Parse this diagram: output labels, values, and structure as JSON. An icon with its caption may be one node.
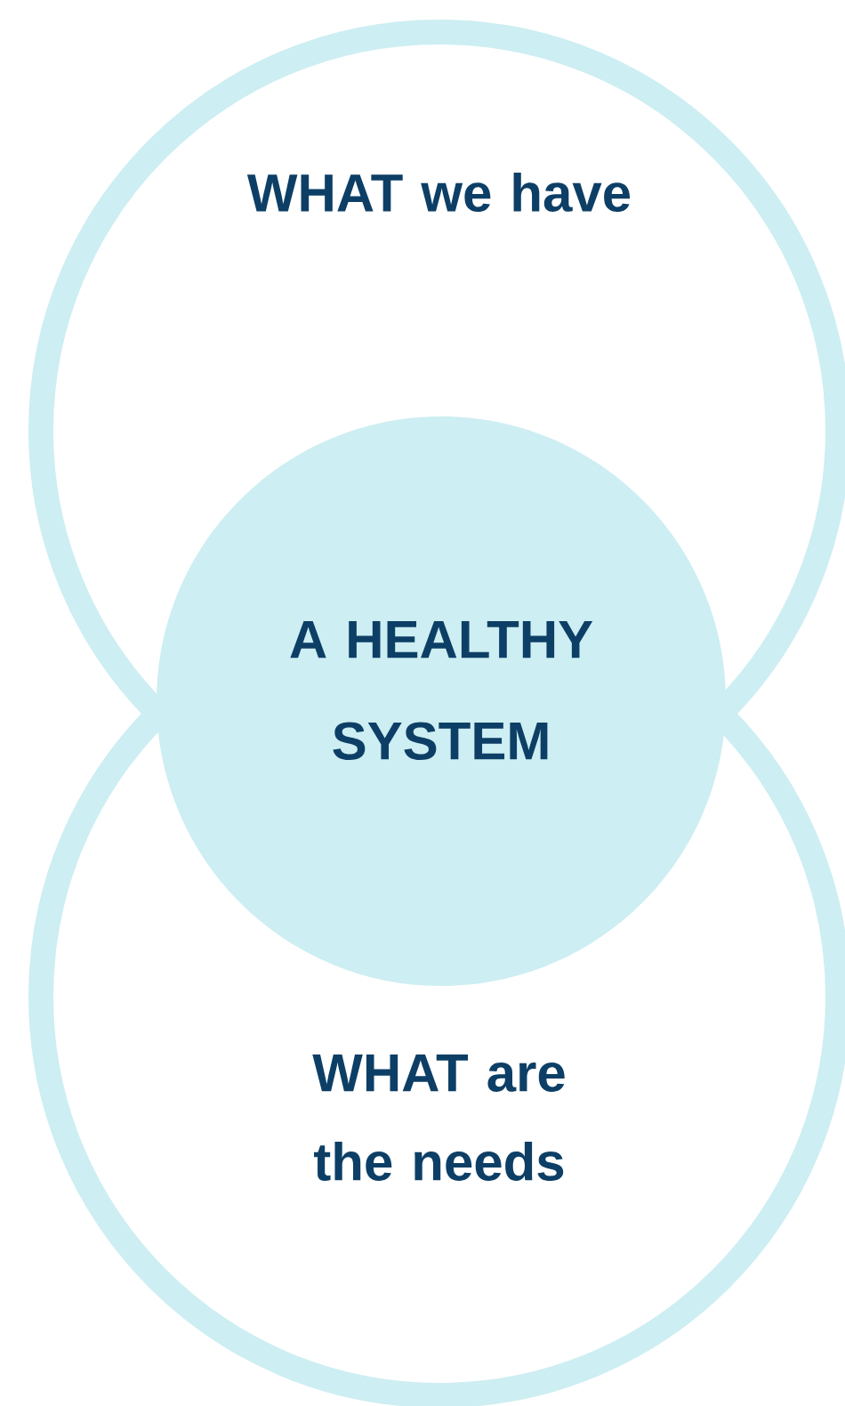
{
  "diagram": {
    "nodes": [
      {
        "text": [
          "WHAT we have"
        ]
      },
      {
        "text": [
          "A HEALTHY SYSTEM"
        ]
      },
      {
        "text": [
          "WHAT are the needs"
        ]
      }
    ]
  }
}
